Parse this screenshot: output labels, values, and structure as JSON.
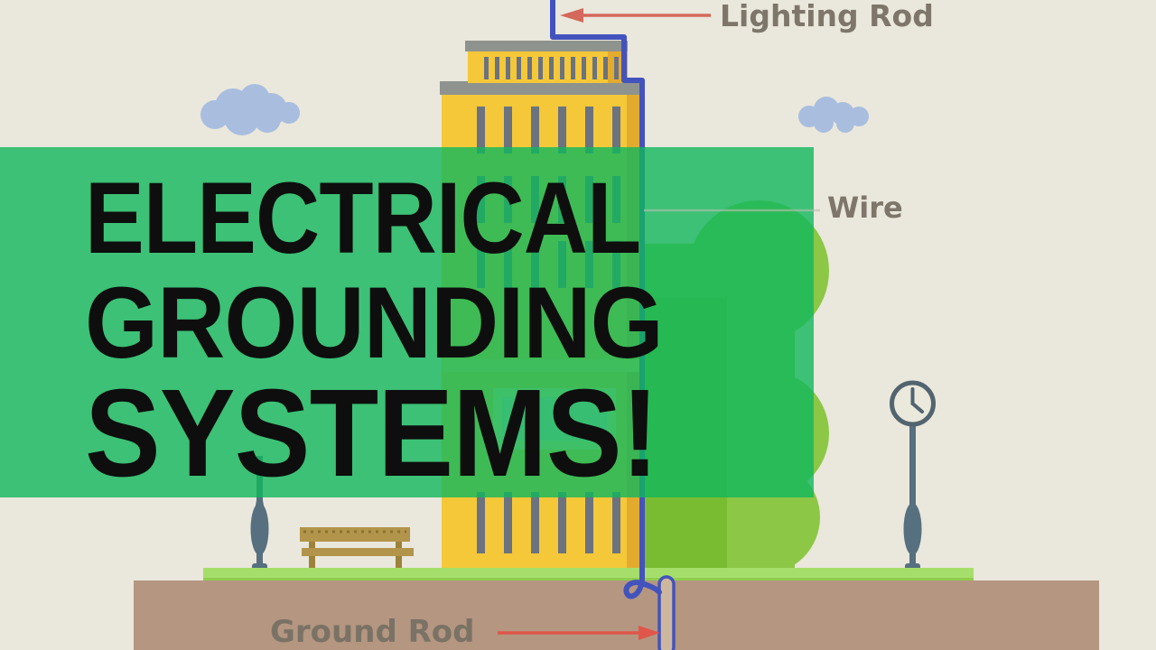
{
  "title": {
    "line1": "ELECTRICAL",
    "line2": "GROUNDING",
    "line3": "SYSTEMS!",
    "text_color": "#0e0e0e",
    "panel_color": "rgba(16,184,92,0.8)"
  },
  "diagram_labels": {
    "lightning_rod": "Lighting Rod",
    "wire": "Wire",
    "ground_rod": "Ground Rod",
    "label_color": "#7e766a",
    "arrow_color": "#dd5f4f"
  },
  "scene": {
    "background_color": "#eae7dc",
    "building_color": "#f4c838",
    "building_shade_color": "#e3ab2e",
    "roof_bar_color": "#8e938e",
    "window_color": "#6b7280",
    "wire_color": "#4353bd",
    "ground_rod_fill": "#cdb79e",
    "tree_color": "#8cc746",
    "tree_shade_color": "#79bb31",
    "grass_color": "#9ed75e",
    "ground_color": "#b49681",
    "cloud_color": "#a9bedf",
    "bench_color": "#b2954a",
    "post_color": "#56707f"
  }
}
